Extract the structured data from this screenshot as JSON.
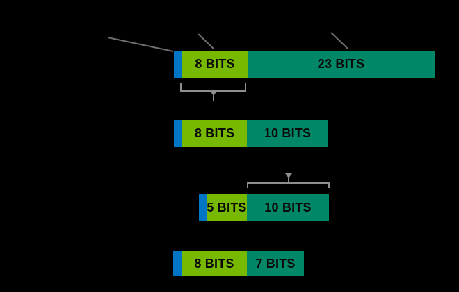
{
  "diagram": {
    "background": "#000000",
    "palette": {
      "sign_color": "#0074C5",
      "exponent_color": "#76B900",
      "mantissa_color": "#008768",
      "callout_color": "#6F6F6F",
      "bracket_color": "#8F8F8F",
      "segment_text_color": "#0A0A0A"
    },
    "rows": [
      {
        "exponent_label": "8 BITS",
        "mantissa_label": "23 BITS"
      },
      {
        "exponent_label": "8 BITS",
        "mantissa_label": "10 BITS"
      },
      {
        "exponent_label": "5 BITS",
        "mantissa_label": "10 BITS"
      },
      {
        "exponent_label": "8 BITS",
        "mantissa_label": "7 BITS"
      }
    ]
  }
}
